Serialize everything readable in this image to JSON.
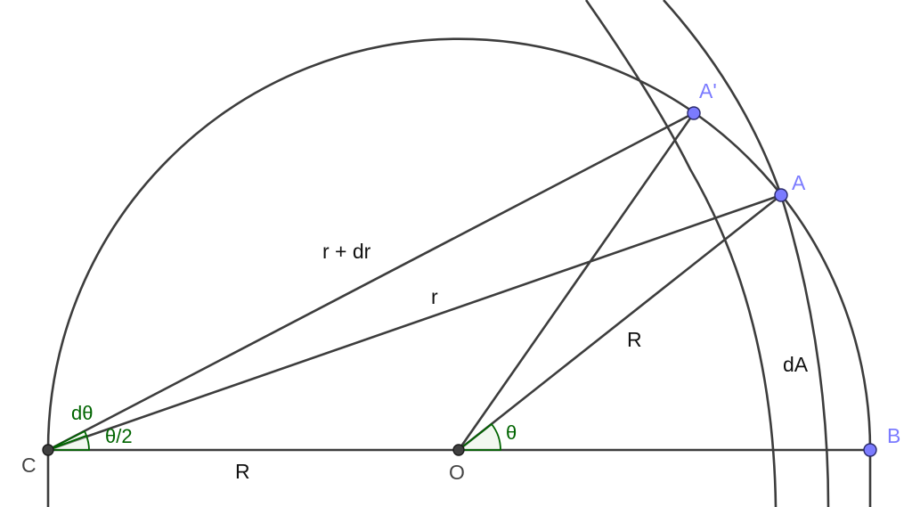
{
  "points": {
    "C": "C",
    "O": "O",
    "A": "A",
    "A_prime": "A'",
    "B": "B"
  },
  "segments": {
    "C_O": "R",
    "O_A": "R",
    "C_A": "r",
    "C_A_prime": "r + dr"
  },
  "angles": {
    "at_O": "θ",
    "at_C_half": "θ/2",
    "at_C_diff": "dθ"
  },
  "arc_label": "dA",
  "colors": {
    "line": "#3d3d3d",
    "point_fill": "#7b7bff",
    "center_fill": "#404040",
    "angle_green": "#006400",
    "angle_fill": "#d9ead5",
    "label_blue": "#7b7bff"
  }
}
